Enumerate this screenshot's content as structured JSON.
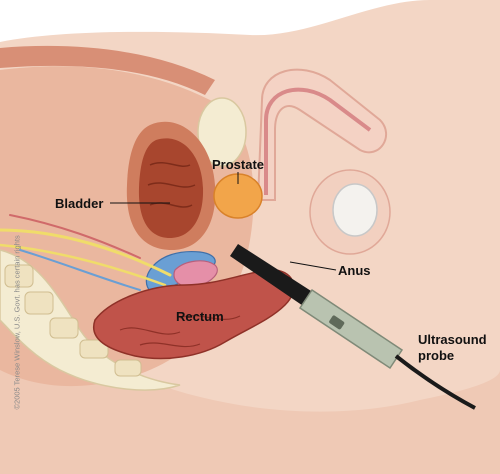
{
  "labels": {
    "prostate": "Prostate",
    "bladder": "Bladder",
    "anus": "Anus",
    "rectum": "Rectum",
    "ultrasound_probe_line1": "Ultrasound",
    "ultrasound_probe_line2": "probe"
  },
  "copyright": "©2005 Terese Winslow, U.S. Govt. has certain rights",
  "colors": {
    "skin": "#f3d6c5",
    "flesh": "#e8b49a",
    "muscle": "#c9735a",
    "bladder_wall": "#cf7d5e",
    "bladder_inner": "#a8462e",
    "prostate": "#f2a54a",
    "rectum": "#c0534a",
    "vessel_blue": "#6a9fd4",
    "nerve_yellow": "#f0dc6a",
    "bone": "#f4ecd2",
    "probe_metal": "#b9c3b0",
    "probe_dark": "#1a1a1a"
  }
}
